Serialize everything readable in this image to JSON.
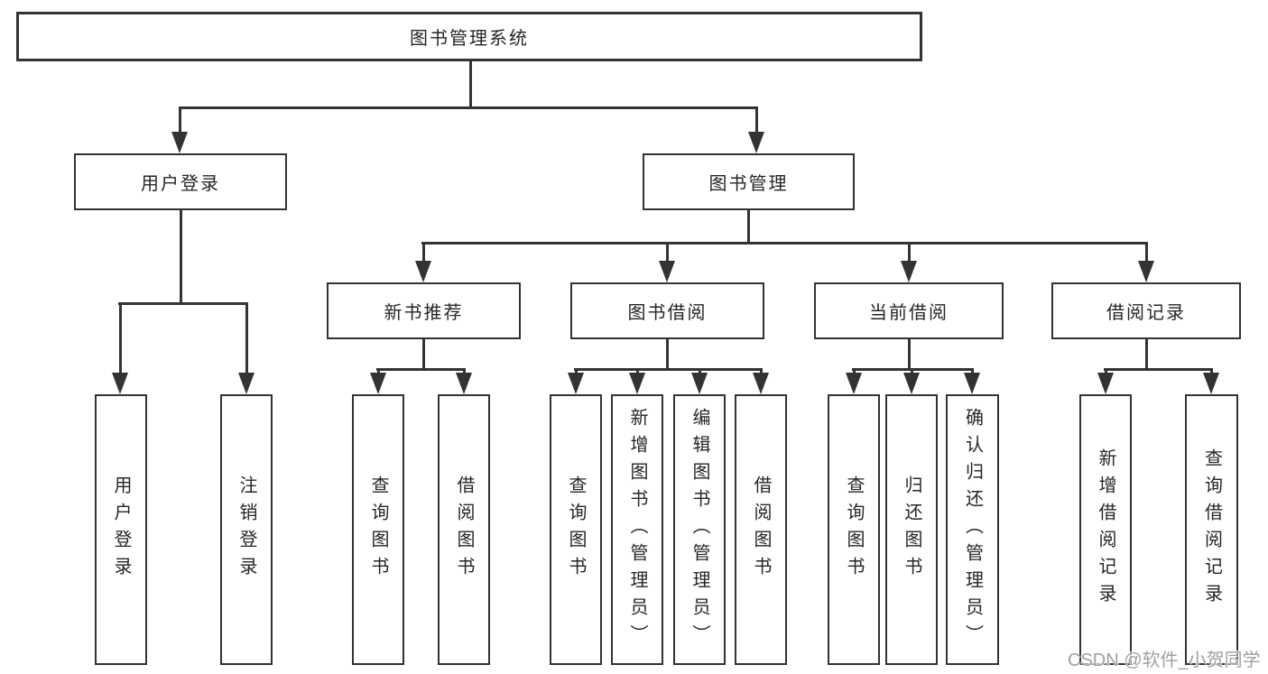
{
  "tree": {
    "root": "图书管理系统",
    "branches": [
      {
        "label": "用户登录",
        "children": [
          "用户登录",
          "注销登录"
        ]
      },
      {
        "label": "图书管理",
        "groups": [
          {
            "label": "新书推荐",
            "children": [
              "查询图书",
              "借阅图书"
            ]
          },
          {
            "label": "图书借阅",
            "children": [
              "查询图书",
              "新增图书（管理员）",
              "编辑图书（管理员）",
              "借阅图书"
            ]
          },
          {
            "label": "当前借阅",
            "children": [
              "查询图书",
              "归还图书",
              "确认归还（管理员）"
            ]
          },
          {
            "label": "借阅记录",
            "children": [
              "新增借阅记录",
              "查询借阅记录"
            ]
          }
        ]
      }
    ]
  },
  "watermark": {
    "text": "CSDN @软件_小贺同学"
  },
  "colors": {
    "line": "#333333",
    "box_border": "#333333",
    "box_fill": "#ffffff",
    "text": "#262626",
    "watermark": "#a0a0a0",
    "background": "#ffffff"
  }
}
